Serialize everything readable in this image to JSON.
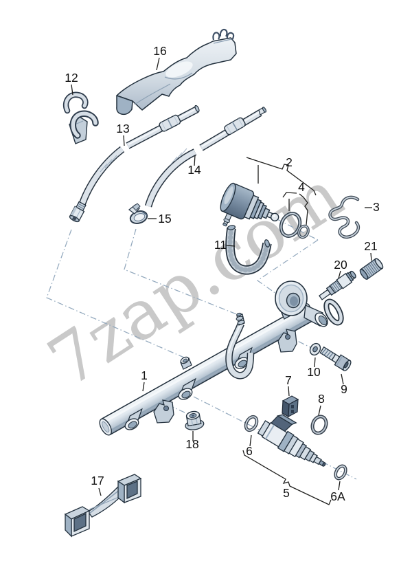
{
  "app": {
    "type": "parts-catalog-exploded-diagram",
    "subject": "fuel rail with injectors, pressure regulator, hoses and fittings",
    "watermark": "7zap.com"
  },
  "diagram": {
    "callouts": {
      "p1": {
        "label": "1"
      },
      "p2": {
        "label": "2"
      },
      "p3": {
        "label": "3"
      },
      "p4": {
        "label": "4"
      },
      "p5": {
        "label": "5"
      },
      "p6": {
        "label": "6"
      },
      "p6a": {
        "label": "6A"
      },
      "p7": {
        "label": "7"
      },
      "p8": {
        "label": "8"
      },
      "p9": {
        "label": "9"
      },
      "p10": {
        "label": "10"
      },
      "p11": {
        "label": "11"
      },
      "p12": {
        "label": "12"
      },
      "p13": {
        "label": "13"
      },
      "p14": {
        "label": "14"
      },
      "p15": {
        "label": "15"
      },
      "p16": {
        "label": "16"
      },
      "p17": {
        "label": "17"
      },
      "p18": {
        "label": "18"
      },
      "p20": {
        "label": "20"
      },
      "p21": {
        "label": "21"
      }
    },
    "colors": {
      "line": "#22303d",
      "guide_line": "#92a8bd",
      "metal_light": "#e9eef3",
      "metal_mid": "#b9c7d4",
      "metal_dark": "#54687e",
      "watermark": "#c9c9c9"
    }
  }
}
